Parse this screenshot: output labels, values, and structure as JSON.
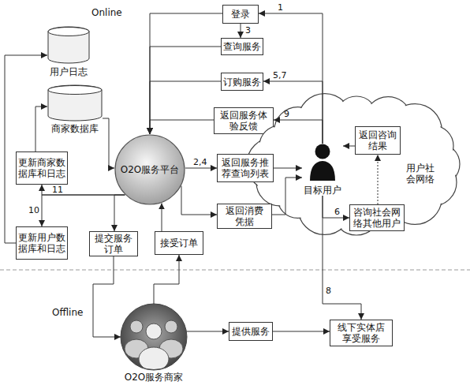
{
  "diagram": {
    "nodes": [
      {
        "text": [
          "登录"
        ]
      },
      {
        "text": [
          "用户日志"
        ]
      },
      {
        "text": [
          "查询服务"
        ]
      },
      {
        "text": [
          "订购服务"
        ]
      },
      {
        "text": [
          "商家数据库"
        ]
      },
      {
        "text": [
          "返回服务体 验反馈"
        ]
      },
      {
        "text": [
          "用户社 会网络"
        ]
      },
      {
        "text": [
          "返回咨询 结果"
        ],
        "in": 6
      },
      {
        "text": [
          "目标用户"
        ],
        "in": 6
      },
      {
        "text": [
          "咨询社会网 络其他用户"
        ],
        "in": 6
      },
      {
        "text": [
          "更新商家数 据库和日志"
        ]
      },
      {
        "text": [
          "O2O服务平台"
        ]
      },
      {
        "text": [
          "返回服务推 荐查询列表"
        ]
      },
      {
        "text": [
          "返回消费 凭据"
        ]
      },
      {
        "text": [
          "更新用户数 据库和日志"
        ]
      },
      {
        "text": [
          "提交服务 订单"
        ]
      },
      {
        "text": [
          "接受订单"
        ]
      },
      {
        "text": [
          "O2O服务商家"
        ]
      },
      {
        "text": [
          "提供服务"
        ]
      },
      {
        "text": [
          "线下实体店 享受服务"
        ]
      }
    ],
    "edges": [
      {
        "from": 8,
        "to": 0,
        "arrow": "to",
        "label": "1"
      },
      {
        "from": 0,
        "to": 2,
        "arrow": "to",
        "label": "3"
      },
      {
        "from": 0,
        "to": 11,
        "arrow": "to"
      },
      {
        "from": 2,
        "to": 11,
        "arrow": "to"
      },
      {
        "from": 8,
        "to": 3,
        "arrow": "to",
        "label": "5,7"
      },
      {
        "from": 3,
        "to": 11,
        "arrow": "to"
      },
      {
        "from": 8,
        "to": 5,
        "arrow": "to",
        "label": "9"
      },
      {
        "from": 5,
        "to": 11,
        "arrow": "to"
      },
      {
        "from": 11,
        "to": 12,
        "arrow": "to",
        "label": "2,4"
      },
      {
        "from": 12,
        "to": 8,
        "arrow": "to"
      },
      {
        "from": 11,
        "to": 13,
        "arrow": "to"
      },
      {
        "from": 13,
        "to": 8,
        "arrow": "to"
      },
      {
        "from": 7,
        "to": 8,
        "arrow": "to"
      },
      {
        "from": 8,
        "to": 9,
        "arrow": "to",
        "label": "6"
      },
      {
        "from": 9,
        "to": 7,
        "arrow": "to"
      },
      {
        "from": 8,
        "to": 19,
        "arrow": "to",
        "label": "8"
      },
      {
        "from": 11,
        "to": 10,
        "arrow": "to",
        "label": "11"
      },
      {
        "from": 11,
        "to": 14,
        "arrow": "to",
        "label": "10"
      },
      {
        "from": 10,
        "to": 4,
        "arrow": "to"
      },
      {
        "from": 14,
        "to": 1,
        "arrow": "to"
      },
      {
        "from": 4,
        "to": 11,
        "arrow": "to"
      },
      {
        "from": 11,
        "to": 15,
        "arrow": "to"
      },
      {
        "from": 15,
        "to": 17,
        "arrow": "to"
      },
      {
        "from": 17,
        "to": 16,
        "arrow": "to"
      },
      {
        "from": 16,
        "to": 11,
        "arrow": "to"
      },
      {
        "from": 17,
        "to": 18,
        "arrow": "to"
      },
      {
        "from": 18,
        "to": 19,
        "arrow": "to"
      }
    ],
    "labels": [
      "Online",
      "Offline"
    ]
  }
}
